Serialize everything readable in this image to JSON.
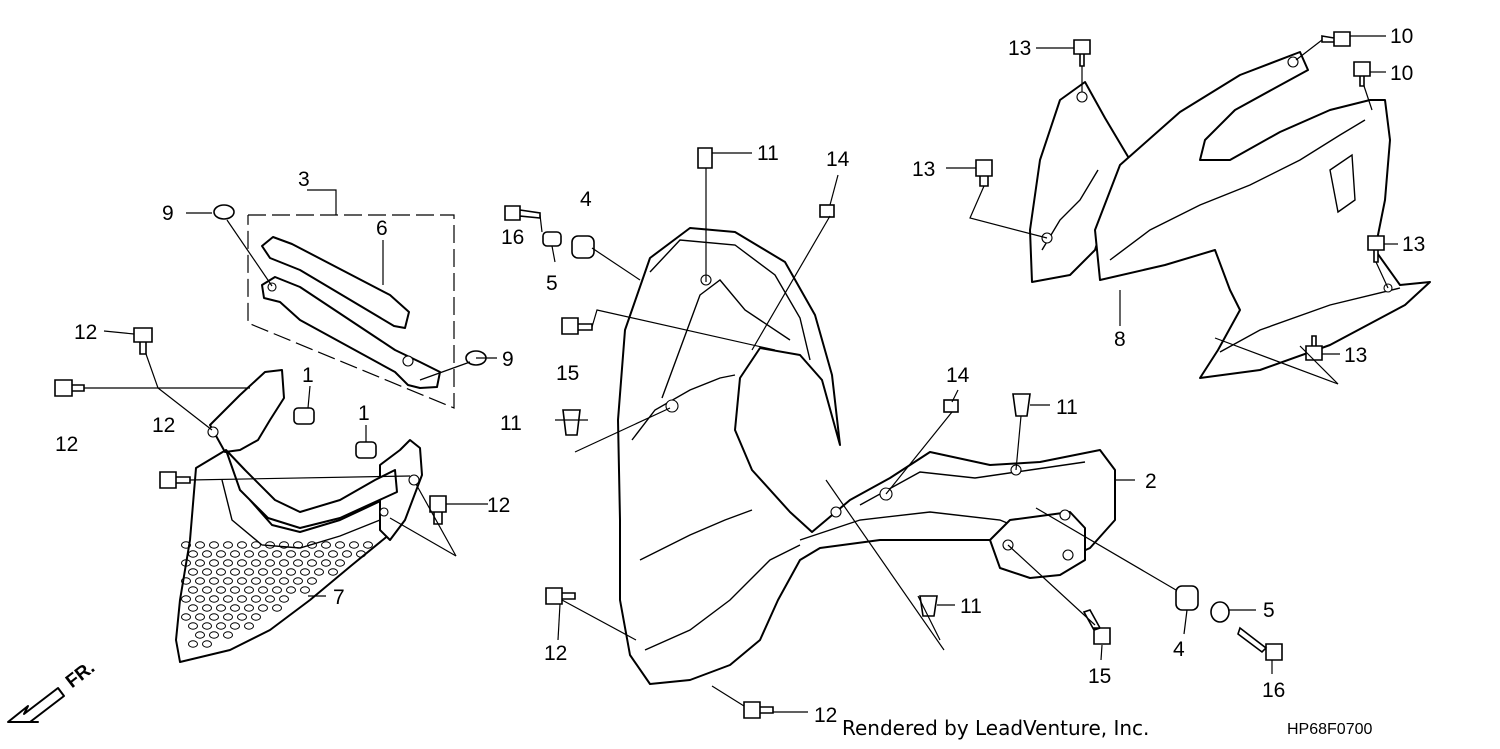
{
  "credit": "Rendered by LeadVenture, Inc.",
  "diagram_code": "HP68F0700",
  "direction_label": "FR.",
  "callouts": [
    "1",
    "1",
    "2",
    "3",
    "4",
    "4",
    "5",
    "5",
    "6",
    "7",
    "8",
    "9",
    "9",
    "10",
    "10",
    "11",
    "11",
    "11",
    "11",
    "12",
    "12",
    "12",
    "12",
    "12",
    "12",
    "13",
    "13",
    "13",
    "13",
    "14",
    "14",
    "15",
    "15",
    "16",
    "16"
  ],
  "icons": [
    "front-direction-arrow-icon"
  ]
}
